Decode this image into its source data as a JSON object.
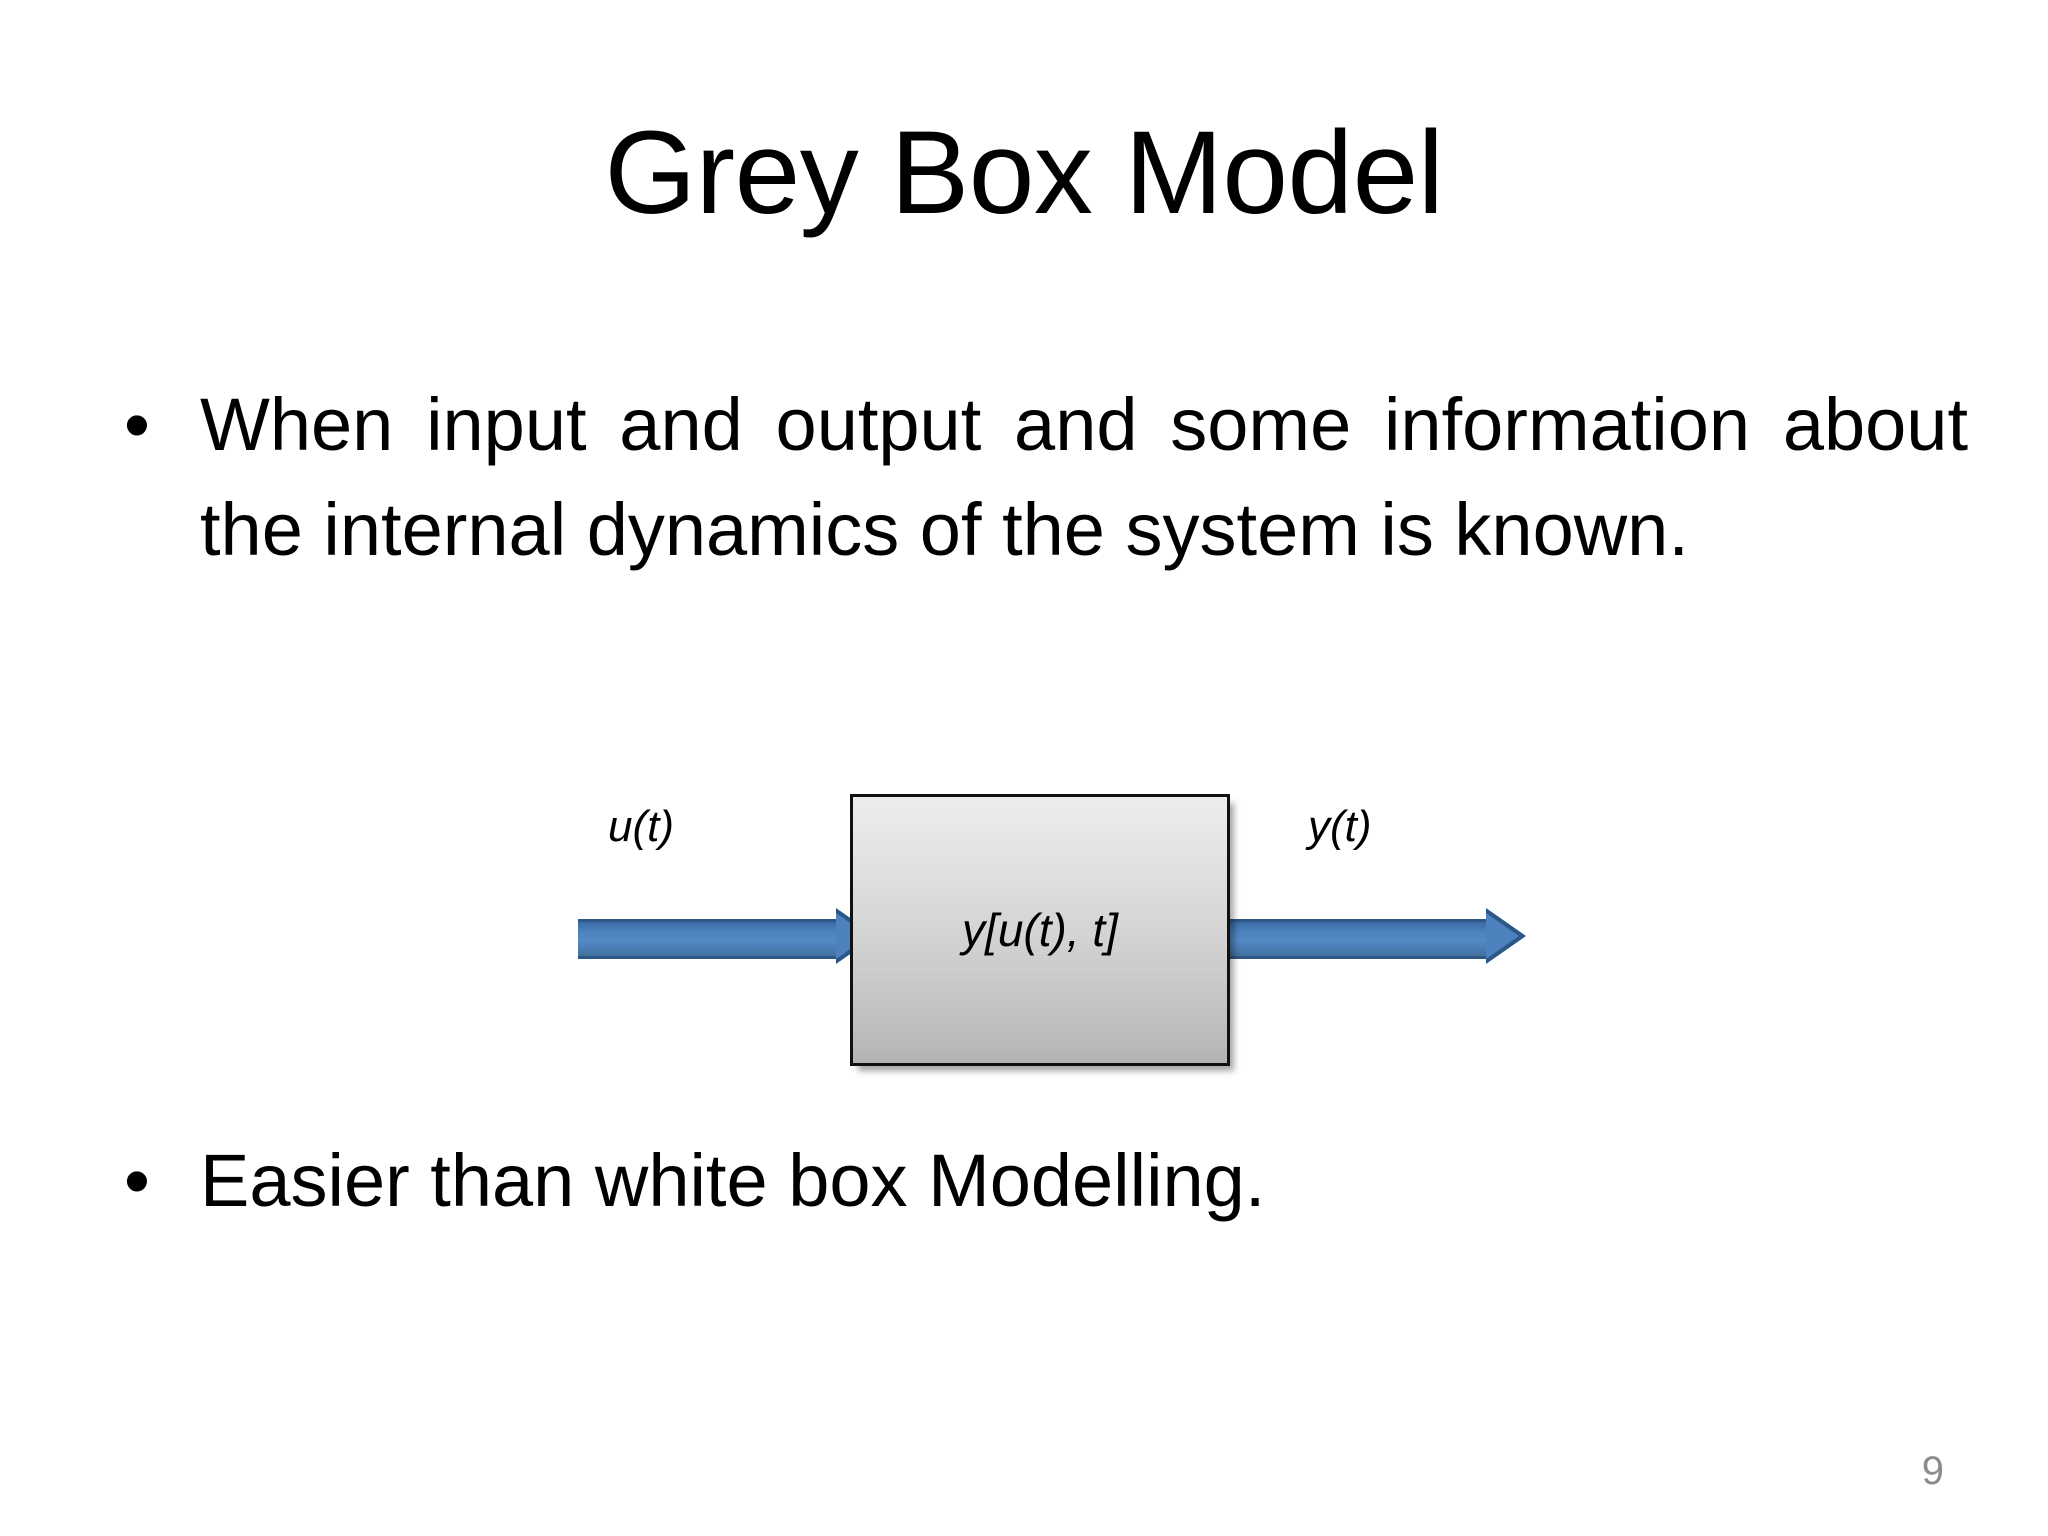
{
  "slide": {
    "title": "Grey Box Model",
    "page_number": "9",
    "background_color": "#ffffff",
    "title_color": "#000000",
    "page_number_color": "#8c8c8c"
  },
  "bullets": [
    {
      "marker": "•",
      "text": "When input and output and some information about the internal dynamics of the system is known."
    },
    {
      "marker": "•",
      "text": "Easier than white box Modelling."
    }
  ],
  "diagram": {
    "type": "block-diagram",
    "input_label": "u(t)",
    "output_label": "y(t)",
    "block_label": "y[u(t), t]",
    "arrow_fill_color": "#4d82bf",
    "arrow_outline_color": "#2e5785",
    "block_border_color": "#111111",
    "block_gradient_top": "#ededed",
    "block_gradient_bottom": "#b4b4b4"
  }
}
